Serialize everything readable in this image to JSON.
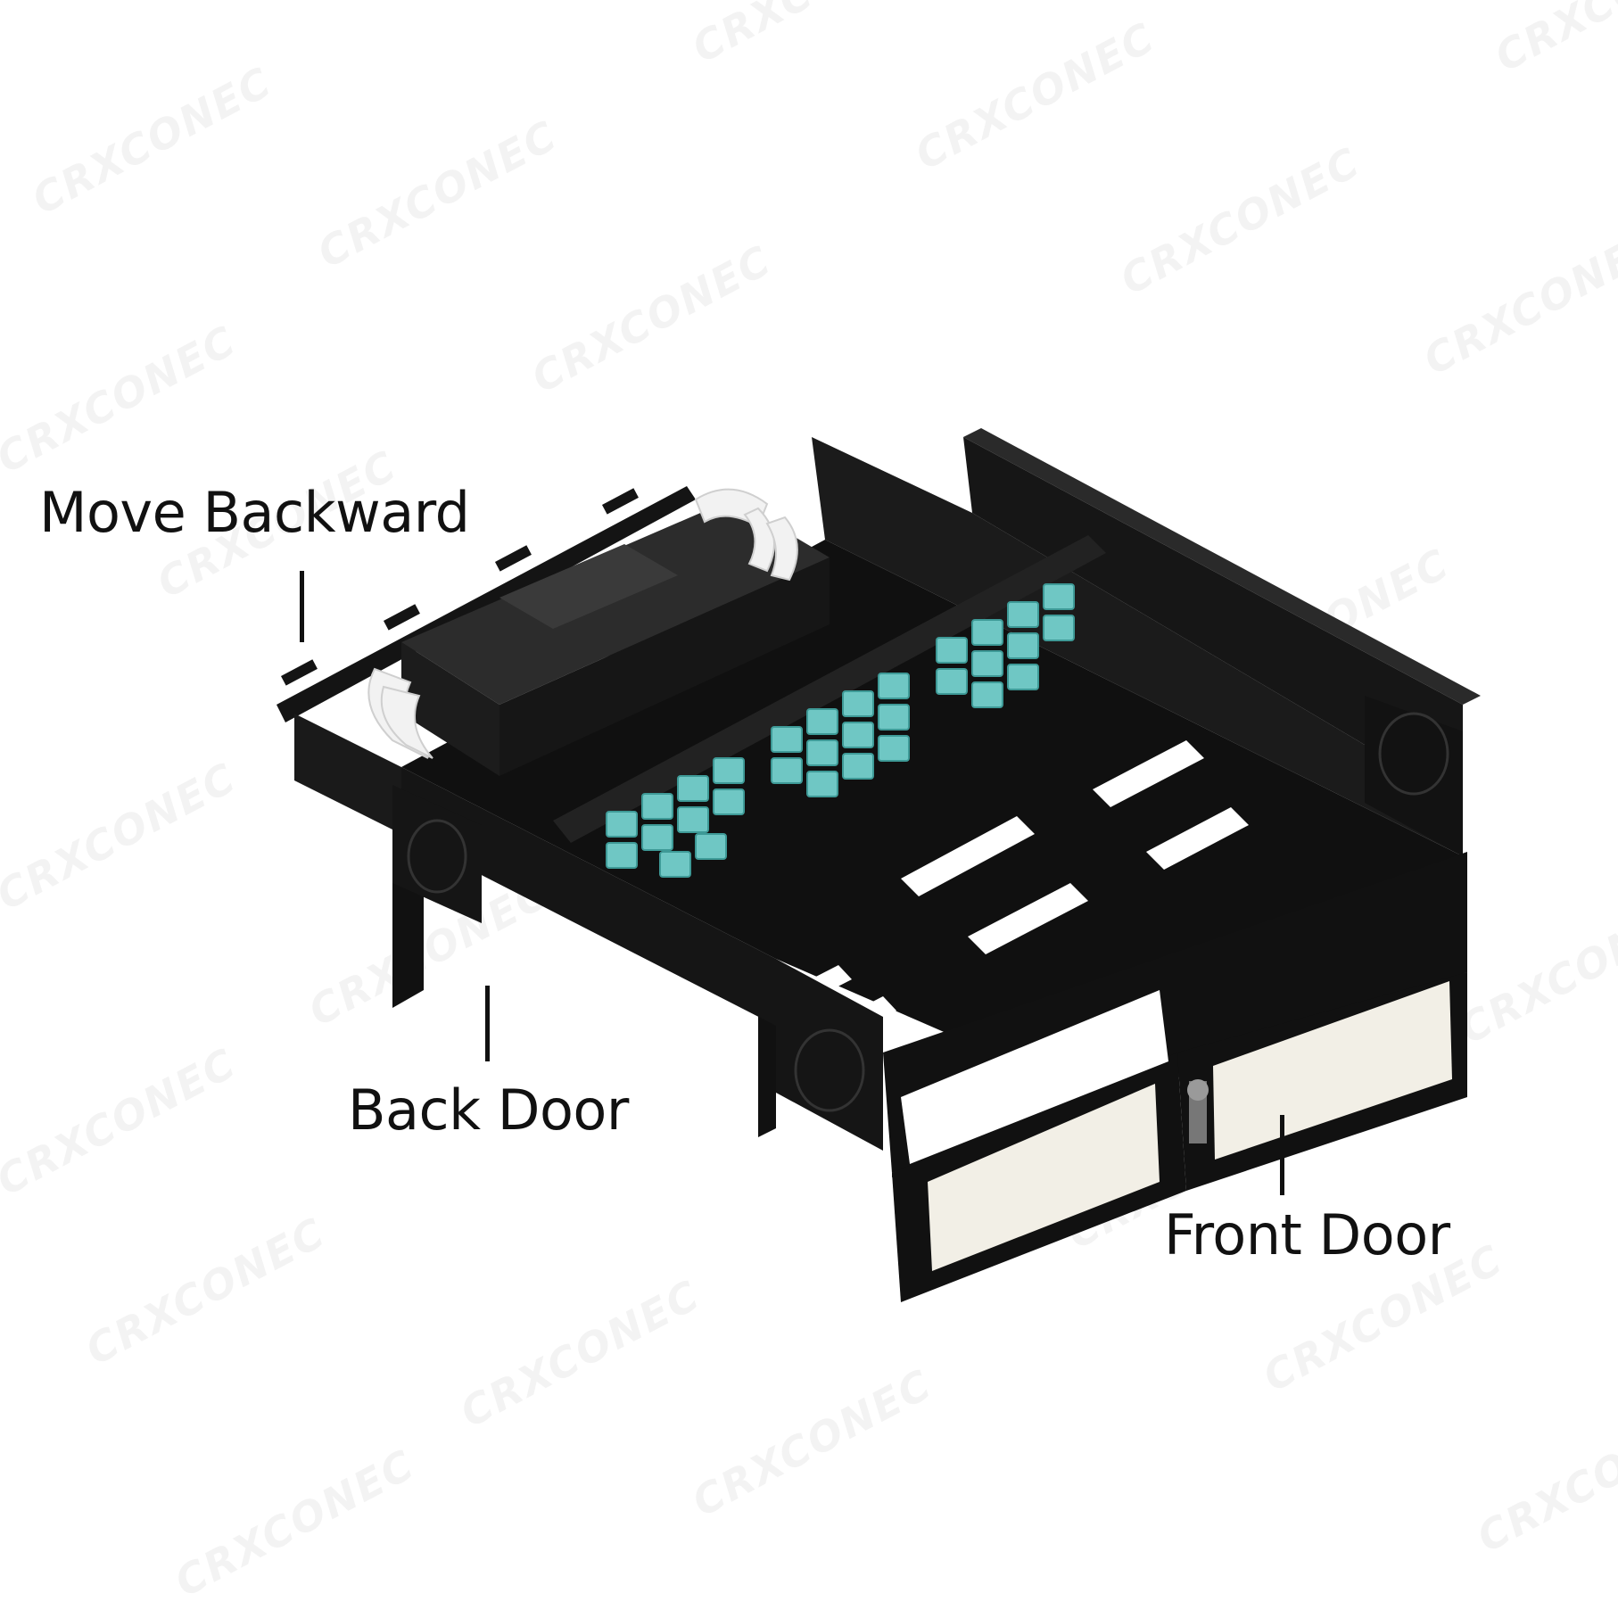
{
  "figure": {
    "type": "annotated product illustration",
    "subject": "rack-mount fiber optic enclosure with sliding drawer, splice tray, and aqua LC adapter panels",
    "colors": {
      "enclosure": "#141414",
      "enclosure_highlight": "#2a2a2a",
      "adapter": "#6fc7c4",
      "adapter_dark": "#4aa9a6",
      "door_panel": "#f2efe6",
      "fiber_spool": "#f4f4f4",
      "label_text": "#111111",
      "background": "#ffffff"
    }
  },
  "labels": {
    "move_backward": "Move Backward",
    "back_door": "Back Door",
    "front_door": "Front Door"
  },
  "watermark": {
    "text": "CRXCONEC"
  }
}
